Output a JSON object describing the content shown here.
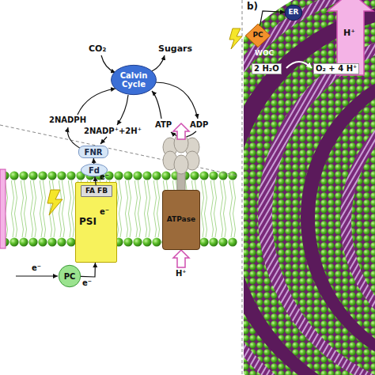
{
  "diagram": {
    "nodes": [
      {
        "text": [
          "Calvin Cycle"
        ]
      },
      {
        "text": [
          "FNR"
        ]
      },
      {
        "text": [
          "Fd"
        ]
      },
      {
        "text": [
          "PSI"
        ]
      },
      {
        "text": [
          "FA FB"
        ],
        "in": 3
      },
      {
        "text": [
          "ATPase"
        ]
      },
      {
        "text": [
          "PC"
        ]
      },
      {
        "text": [
          "ER"
        ]
      },
      {
        "text": [
          "PC"
        ]
      }
    ],
    "edges": [
      {
        "from": 4,
        "to": 2,
        "arrow": "to",
        "label": "e⁻"
      },
      {
        "from": 2,
        "to": 1,
        "arrow": "to"
      },
      {
        "from": 6,
        "to": 3,
        "arrow": "to",
        "label": "e⁻"
      },
      {
        "from": 8,
        "to": 7,
        "arrow": "to"
      }
    ],
    "labels": [
      "b)",
      "CO₂",
      "Sugars",
      "2NADPH",
      "2NADP⁺+2H⁺",
      "ATP",
      "ADP",
      "H⁺",
      "e⁻",
      "e⁻",
      "WOC",
      "2 H₂O",
      "O₂ + 4 H⁺",
      "H⁺"
    ]
  }
}
